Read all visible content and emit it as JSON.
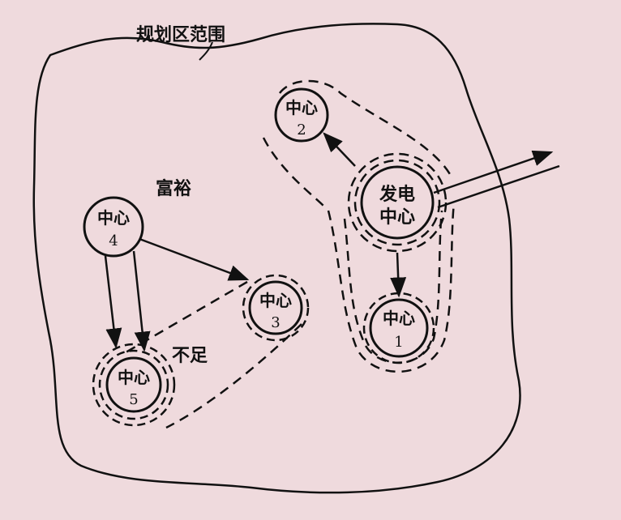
{
  "title": "规划区范围",
  "labels": {
    "surplus": "富裕",
    "deficit": "不足"
  },
  "nodes": {
    "power": {
      "line1": "发电",
      "line2": "中心"
    },
    "c1": {
      "name": "中心",
      "num": "1"
    },
    "c2": {
      "name": "中心",
      "num": "2"
    },
    "c3": {
      "name": "中心",
      "num": "3"
    },
    "c4": {
      "name": "中心",
      "num": "4"
    },
    "c5": {
      "name": "中心",
      "num": "5"
    }
  },
  "colors": {
    "background": "#efdadd",
    "ink": "#111111"
  }
}
